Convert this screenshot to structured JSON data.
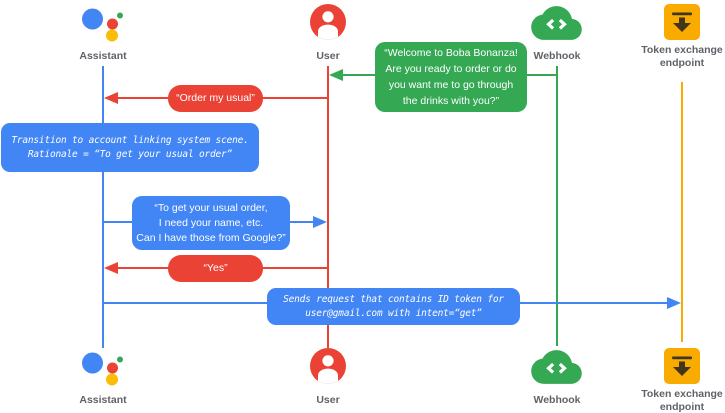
{
  "colors": {
    "blue": "#4285F4",
    "red": "#EA4335",
    "green": "#34A853",
    "amber": "#F9AB00",
    "label_text": "#5F6368"
  },
  "actors": {
    "assistant": {
      "label": "Assistant",
      "icon": "google-assistant-logo"
    },
    "user": {
      "label": "User",
      "icon": "user-avatar-icon"
    },
    "webhook": {
      "label": "Webhook",
      "icon": "cloud-code-icon"
    },
    "token": {
      "label": "Token exchange\nendpoint",
      "icon": "token-exchange-download-icon"
    }
  },
  "messages": {
    "welcome": {
      "from": "webhook",
      "to": "user",
      "text": "“Welcome to Boba Bonanza!\nAre you ready to order or do\nyou want me to go through\nthe drinks with you?”"
    },
    "order_usual": {
      "from": "user",
      "to": "assistant",
      "text": "“Order my usual”"
    },
    "transition_note": {
      "actor": "assistant",
      "text": "Transition to account linking system scene.\nRationale = “To get your usual order”"
    },
    "ask_google": {
      "from": "assistant",
      "to": "user",
      "text": "“To get your usual order,\nI need your name, etc.\nCan I have those from Google?”"
    },
    "yes": {
      "from": "user",
      "to": "assistant",
      "text": "“Yes”"
    },
    "sends_request": {
      "from": "assistant",
      "to": "token",
      "text": "Sends request that contains ID token for\nuser@gmail.com with intent=“get”"
    }
  }
}
